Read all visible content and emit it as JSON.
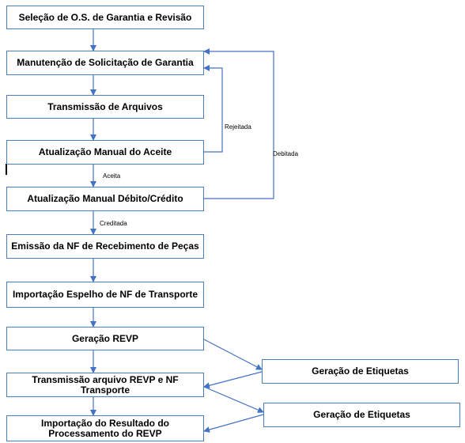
{
  "flow": {
    "steps": [
      "Seleção de O.S. de Garantia e Revisão",
      "Manutenção de Solicitação de Garantia",
      "Transmissão de Arquivos",
      "Atualização Manual do Aceite",
      "Atualização Manual Débito/Crédito",
      "Emissão da NF de Recebimento de Peças",
      "Importação Espelho de NF de Transporte",
      "Geração REVP",
      "Transmissão arquivo REVP e NF  Transporte",
      "Importação do Resultado do Processamento do REVP"
    ],
    "side_boxes": [
      "Geração de Etiquetas",
      "Geração de Etiquetas"
    ],
    "edge_labels": {
      "aceita": "Aceita",
      "creditada": "Creditada",
      "rejeitada": "Rejeitada",
      "debitada": "Debitada"
    }
  },
  "colors": {
    "box_border": "#4a7ebb",
    "connector": "#4472c4"
  }
}
